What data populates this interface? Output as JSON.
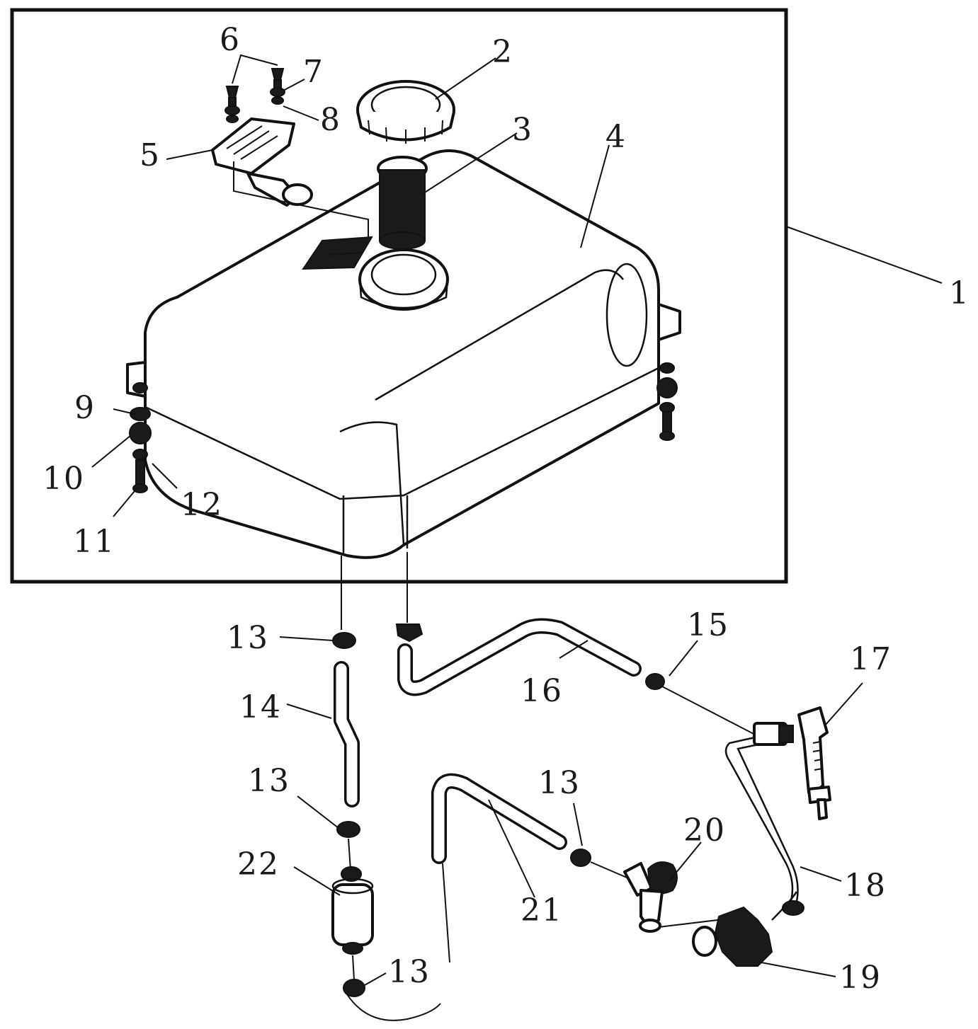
{
  "diagram": {
    "callouts": [
      {
        "id": "1",
        "text": "1"
      },
      {
        "id": "2",
        "text": "2"
      },
      {
        "id": "3",
        "text": "3"
      },
      {
        "id": "4",
        "text": "4"
      },
      {
        "id": "5",
        "text": "5"
      },
      {
        "id": "6",
        "text": "6"
      },
      {
        "id": "7",
        "text": "7"
      },
      {
        "id": "8",
        "text": "8"
      },
      {
        "id": "9",
        "text": "9"
      },
      {
        "id": "10",
        "text": "10"
      },
      {
        "id": "11",
        "text": "11"
      },
      {
        "id": "12",
        "text": "12"
      },
      {
        "id": "13a",
        "text": "13"
      },
      {
        "id": "13b",
        "text": "13"
      },
      {
        "id": "13c",
        "text": "13"
      },
      {
        "id": "13d",
        "text": "13"
      },
      {
        "id": "14",
        "text": "14"
      },
      {
        "id": "15",
        "text": "15"
      },
      {
        "id": "16",
        "text": "16"
      },
      {
        "id": "17",
        "text": "17"
      },
      {
        "id": "18",
        "text": "18"
      },
      {
        "id": "19",
        "text": "19"
      },
      {
        "id": "20",
        "text": "20"
      },
      {
        "id": "21",
        "text": "21"
      },
      {
        "id": "22",
        "text": "22"
      }
    ]
  }
}
